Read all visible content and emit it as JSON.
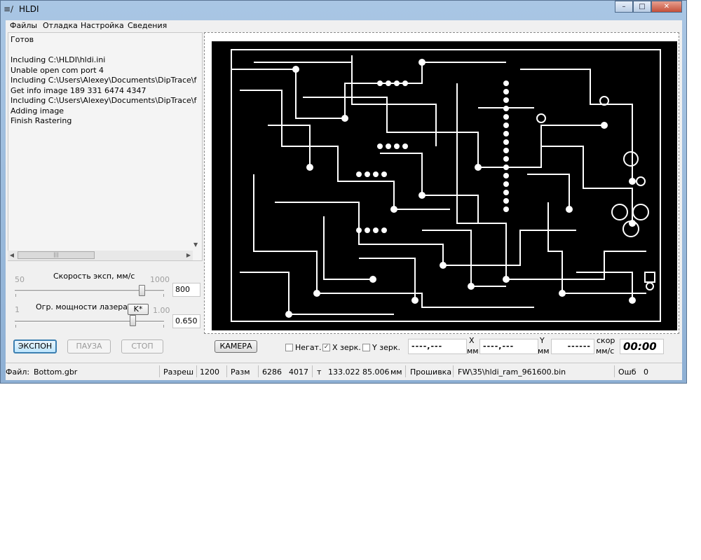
{
  "window": {
    "title": "HLDI",
    "minimize": "–",
    "maximize": "□",
    "close": "✕"
  },
  "menu": [
    "Файлы",
    "Отладка",
    "Настройка",
    "Сведения"
  ],
  "log": {
    "status": "Готов",
    "lines": [
      "Including C:\\HLDI\\hldi.ini",
      "Unable open com port 4",
      "Including C:\\Users\\Alexey\\Documents\\DipTrace\\f",
      "Get info image 189 331 6474 4347",
      "Including C:\\Users\\Alexey\\Documents\\DipTrace\\f",
      "Adding image",
      "Finish Rastering"
    ]
  },
  "speed": {
    "min": "50",
    "max": "1000",
    "label": "Скорость эксп, мм/с",
    "value": "800"
  },
  "power": {
    "min": "1",
    "max": "1.00",
    "label": "Огр. мощности лазера,",
    "k_button": "K*",
    "value": "0.650"
  },
  "buttons": {
    "expose": "ЭКСПОН",
    "pause": "ПАУЗА",
    "stop": "СТОП",
    "camera": "КАМЕРА"
  },
  "checkboxes": {
    "negative": {
      "label": "Негат.",
      "checked": false
    },
    "mirror_x": {
      "label": "X зерк.",
      "checked": true
    },
    "mirror_y": {
      "label": "Y зерк.",
      "checked": false
    }
  },
  "readouts": {
    "x_value": "----,---",
    "x_axis": "X",
    "x_unit": "мм",
    "y_value": "----,---",
    "y_axis": "Y",
    "y_unit": "мм",
    "speed_value": "------",
    "speed_label": "скор",
    "speed_unit": "мм/с",
    "timer": "00:00"
  },
  "statusbar": {
    "file_label": "Файл:",
    "file_value": "Bottom.gbr",
    "res_label": "Разреш",
    "res_value": "1200",
    "size_label": "Разм",
    "size_w": "6286",
    "size_h": "4017",
    "t_label": "т",
    "t_value": "133.022 85.006",
    "t_unit": "мм",
    "fw_label": "Прошивка",
    "fw_value": "FW\\35\\hldi_ram_961600.bin",
    "err_label": "Ошб",
    "err_value": "0"
  },
  "icons": {
    "app": "pcb-app-icon",
    "check": "✓"
  }
}
